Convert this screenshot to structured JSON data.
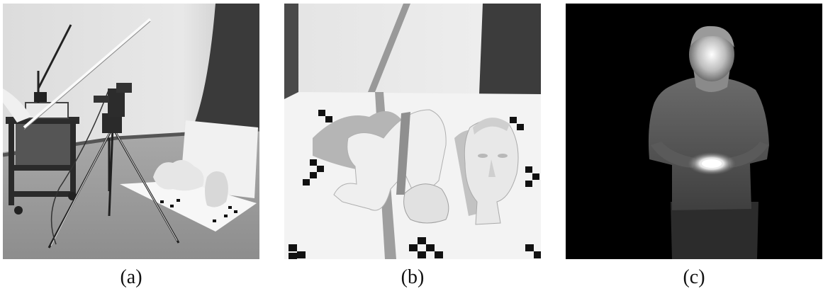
{
  "figure": {
    "panels": [
      {
        "id": "a",
        "caption": "(a)",
        "content": "photo-scanning-setup"
      },
      {
        "id": "b",
        "caption": "(b)",
        "content": "photo-sculptures-on-checker-mat"
      },
      {
        "id": "c",
        "caption": "(c)",
        "content": "photo-person-holding-light"
      }
    ],
    "colors": {
      "background": "#ffffff",
      "caption_text": "#111111",
      "panel_c_background": "#000000"
    }
  }
}
